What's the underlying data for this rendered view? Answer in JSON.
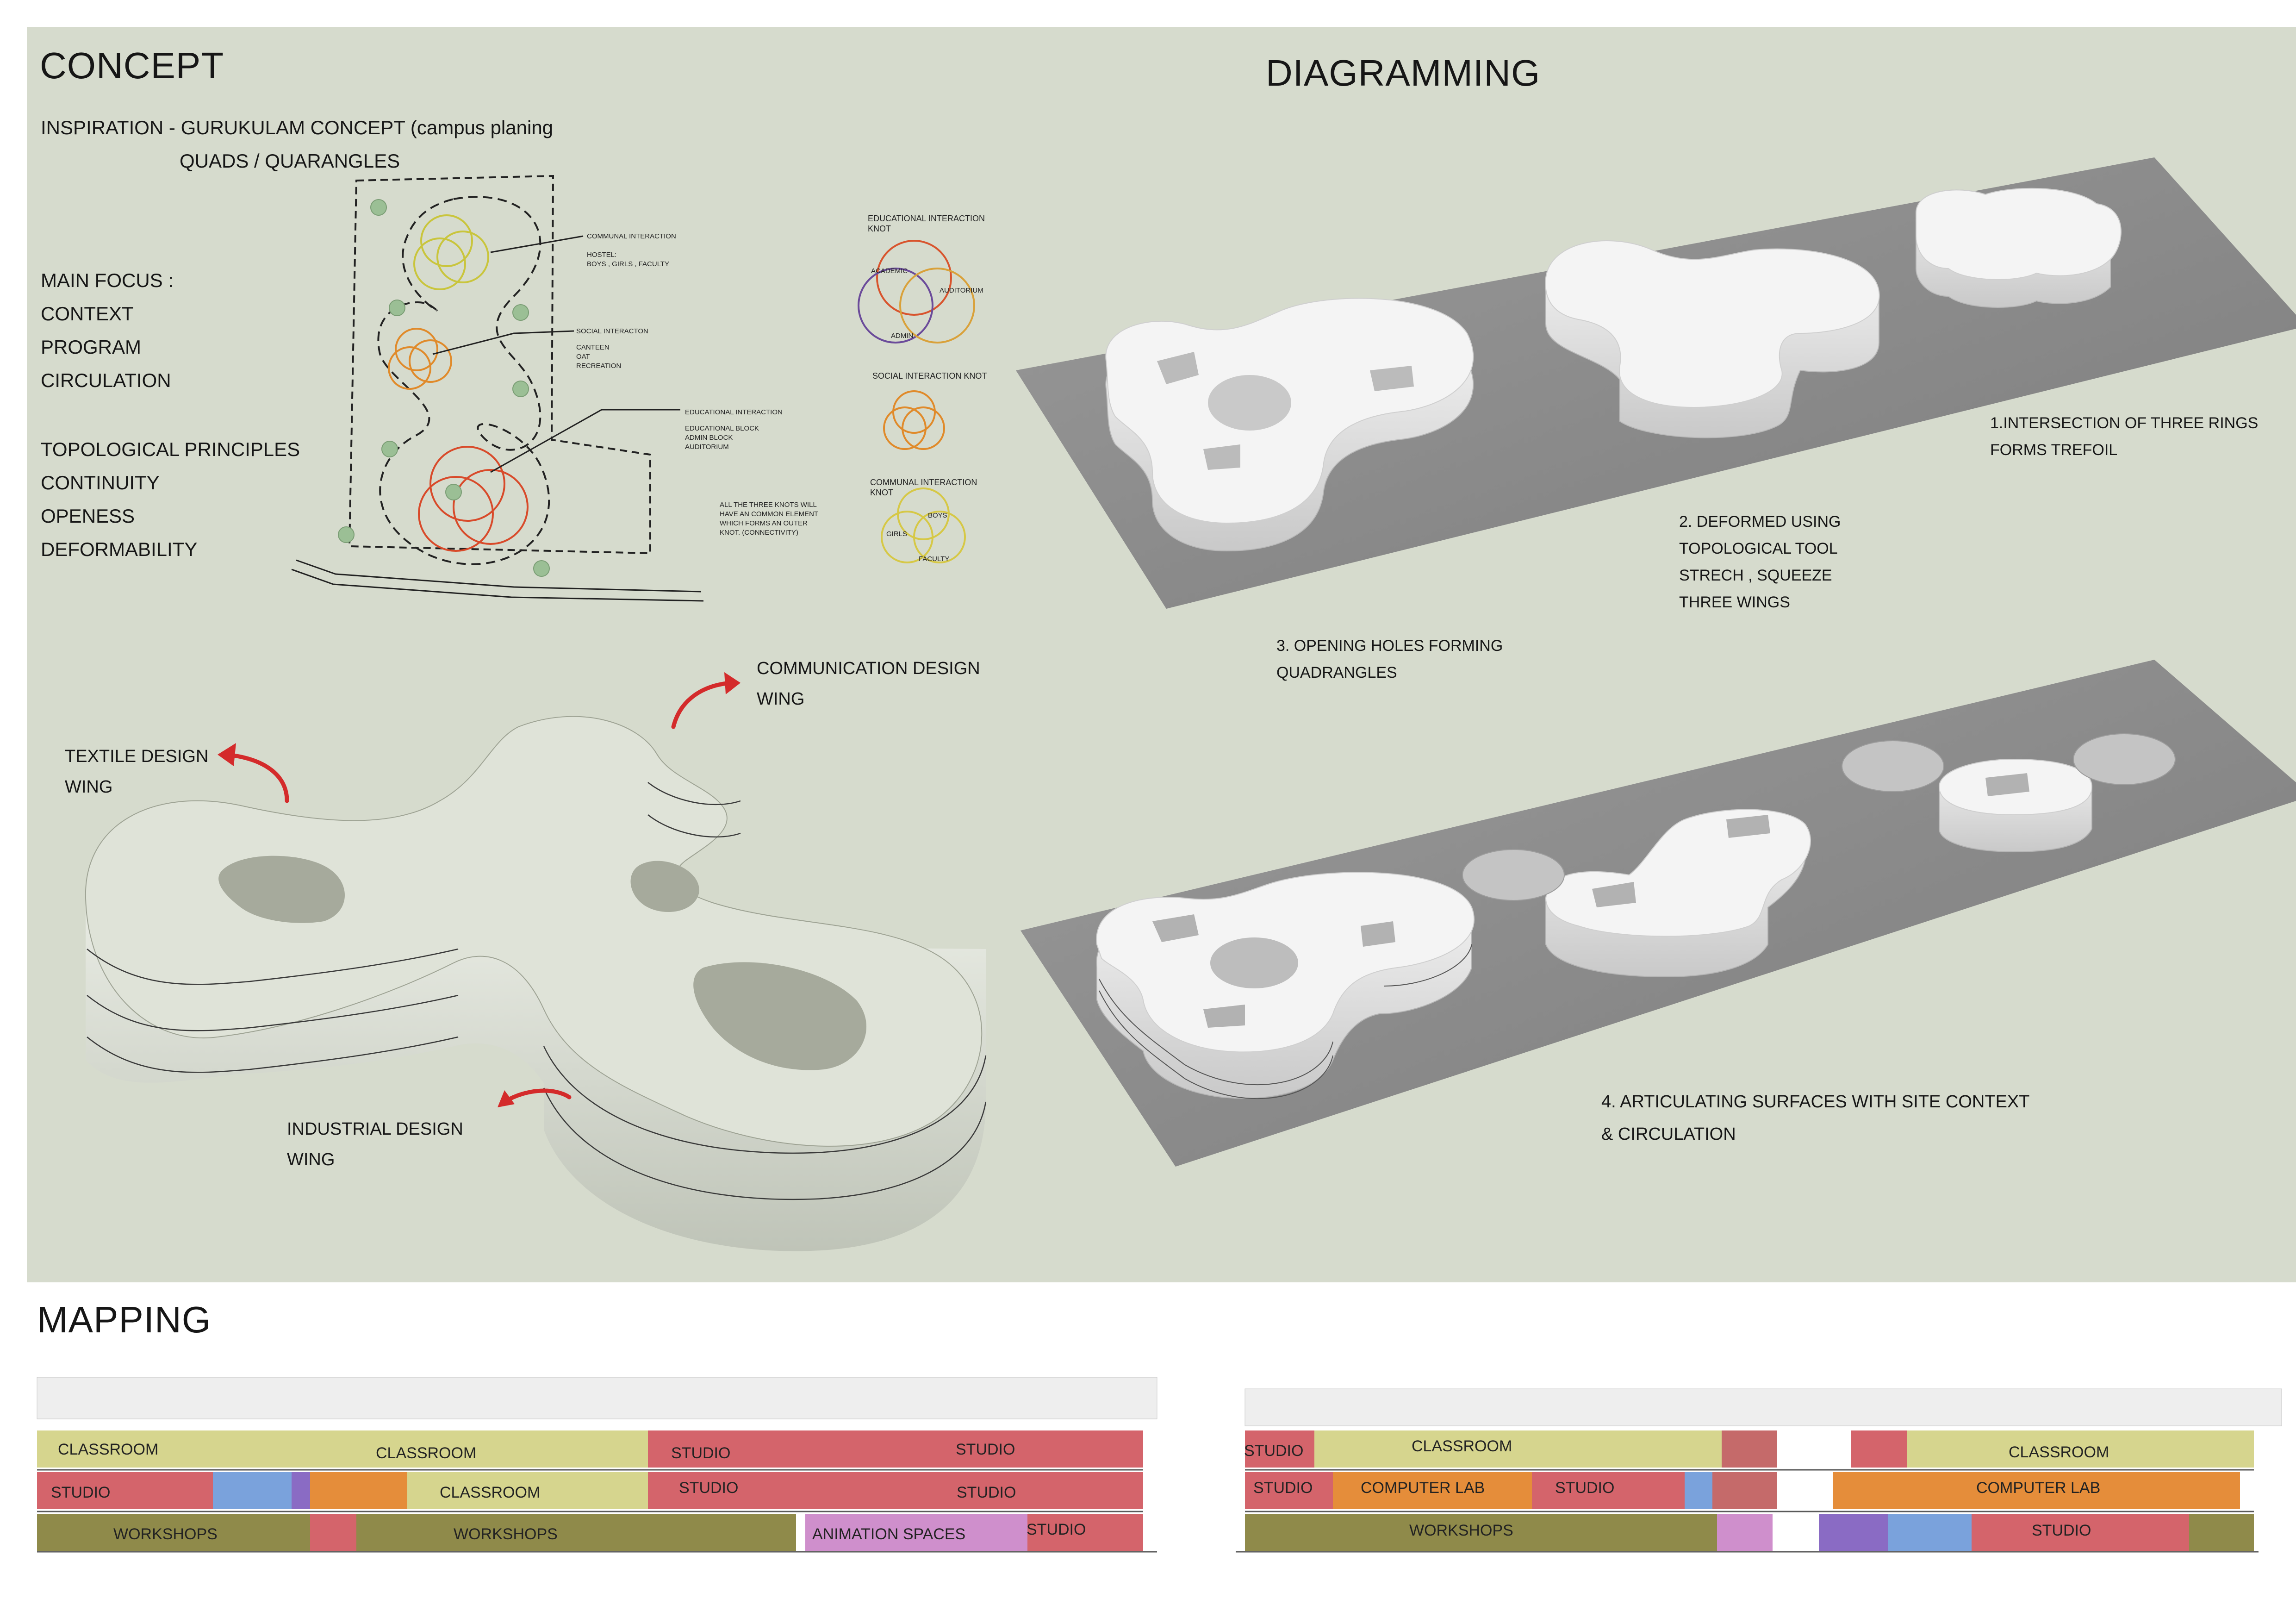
{
  "concept": {
    "title": "CONCEPT",
    "inspiration": "INSPIRATION - GURUKULAM CONCEPT  (campus planing",
    "quads": "QUADS / QUARANGLES",
    "main_focus": [
      "MAIN FOCUS :",
      "CONTEXT",
      "PROGRAM",
      "CIRCULATION"
    ],
    "principles": [
      "TOPOLOGICAL PRINCIPLES",
      "CONTINUITY",
      "OPENESS",
      "DEFORMABILITY"
    ],
    "site_labels": {
      "communal": "COMMUNAL INTERACTION",
      "hostel_1": "HOSTEL:",
      "hostel_2": "BOYS , GIRLS , FACULTY",
      "social": "SOCIAL INTERACTON",
      "canteen": "CANTEEN",
      "oat": "OAT",
      "recreation": "RECREATION",
      "educational": "EDUCATIONAL INTERACTION",
      "edu_block": "EDUCATIONAL BLOCK",
      "admin_block": "ADMIN BLOCK",
      "auditorium": "AUDITORIUM",
      "knots_note": [
        "ALL THE THREE KNOTS WILL",
        "HAVE AN COMMON ELEMENT",
        "WHICH FORMS AN OUTER",
        "KNOT. (CONNECTIVITY)"
      ]
    },
    "knots": {
      "edu_title_1": "EDUCATIONAL INTERACTION",
      "edu_title_2": "KNOT",
      "academic": "ACADEMIC",
      "auditorium": "AUDITORIUM",
      "admin": "ADMIN",
      "social_title": "SOCIAL  INTERACTION KNOT",
      "communal_title_1": "COMMUNAL  INTERACTION",
      "communal_title_2": "KNOT",
      "boys": "BOYS",
      "girls": "GIRLS",
      "faculty": "FACULTY"
    },
    "wings": {
      "textile_1": "TEXTILE DESIGN",
      "textile_2": "WING",
      "communication_1": "COMMUNICATION DESIGN",
      "communication_2": "WING",
      "industrial_1": "INDUSTRIAL  DESIGN",
      "industrial_2": "WING"
    }
  },
  "diagramming": {
    "title": "DIAGRAMMING",
    "step1": [
      "1.INTERSECTION OF THREE RINGS",
      "FORMS TREFOIL"
    ],
    "step2": [
      "2. DEFORMED USING",
      "TOPOLOGICAL TOOL",
      "STRECH , SQUEEZE",
      "THREE WINGS"
    ],
    "step3": [
      "3. OPENING HOLES FORMING",
      "QUADRANGLES"
    ],
    "step4": [
      "4. ARTICULATING SURFACES WITH SITE CONTEXT",
      "& CIRCULATION"
    ]
  },
  "mapping": {
    "title": "MAPPING",
    "left_labels": {
      "classroom_a": "CLASSROOM",
      "classroom_b": "CLASSROOM",
      "classroom_c": "CLASSROOM",
      "studio_a": "STUDIO",
      "studio_b": "STUDIO",
      "studio_c": "STUDIO",
      "studio_d": "STUDIO",
      "studio_e": "STUDIO",
      "studio_f": "STUDIO",
      "workshops_a": "WORKSHOPS",
      "workshops_b": "WORKSHOPS",
      "animation": "ANIMATION SPACES"
    },
    "right_labels": {
      "studio_a": "STUDIO",
      "classroom_a": "CLASSROOM",
      "classroom_b": "CLASSROOM",
      "studio_b": "STUDIO",
      "computer_lab_a": "COMPUTER LAB",
      "studio_c": "STUDIO",
      "computer_lab_b": "COMPUTER LAB",
      "workshops": "WORKSHOPS",
      "studio_d": "STUDIO"
    }
  },
  "colors": {
    "panel": "#d6dbcd",
    "mass": "#e5e8e1",
    "plate": "#8a8a8a",
    "classroom": "#d6d58e",
    "studio": "#d4646b",
    "workshop": "#8f8a4a",
    "computer_lab": "#e58d3a",
    "animation": "#cf8fcc",
    "blue": "#7aa2dc",
    "arrow": "#d42b2b"
  }
}
